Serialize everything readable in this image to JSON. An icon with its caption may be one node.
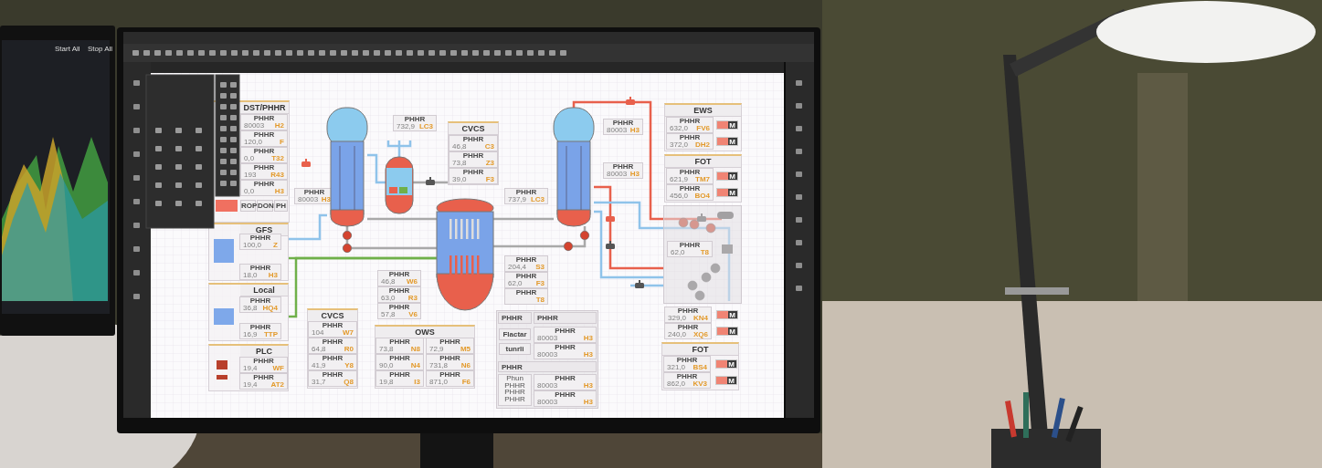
{
  "diagram": {
    "nodes": [
      {
        "text": [
          "DST/PHHR"
        ]
      },
      {
        "text": [
          "PHHR",
          "80003",
          "H2"
        ],
        "in": 0
      },
      {
        "text": [
          "PHHR",
          "120,0",
          "F"
        ],
        "in": 0
      },
      {
        "text": [
          "PHHR",
          "0,0",
          "T32"
        ],
        "in": 0
      },
      {
        "text": [
          "PHHR",
          "193",
          "R43"
        ],
        "in": 0
      },
      {
        "text": [
          "PHHR",
          "0,0",
          "H3"
        ],
        "in": 0
      },
      {
        "text": [],
        "shape": "box",
        "in": 0
      },
      {
        "text": [
          "ROP"
        ],
        "in": 0
      },
      {
        "text": [
          "DON"
        ],
        "in": 0
      },
      {
        "text": [
          "PH"
        ],
        "in": 0
      },
      {
        "text": [
          "PHHR",
          "80003",
          "H3"
        ]
      },
      {
        "text": [
          "PHHR",
          "732,9",
          "LC3"
        ]
      },
      {
        "text": [
          "CVCS"
        ]
      },
      {
        "text": [
          "PHHR",
          "46,8",
          "C3"
        ],
        "in": 12
      },
      {
        "text": [
          "PHHR",
          "73,8",
          "Z3"
        ],
        "in": 12
      },
      {
        "text": [
          "PHHR",
          "39,0",
          "F3"
        ],
        "in": 12
      },
      {
        "text": [
          "PHHR",
          "46,8",
          "W6"
        ]
      },
      {
        "text": [
          "PHHR",
          "737,9",
          "LC3"
        ]
      },
      {
        "text": [
          "PHHR",
          "204,4",
          "S3"
        ]
      },
      {
        "text": [
          "PHHR",
          "63,0",
          "R3"
        ]
      },
      {
        "text": [
          "PHHR",
          "57,8",
          "V6"
        ]
      },
      {
        "text": [
          "PHHR",
          "62,0",
          "F3"
        ]
      },
      {
        "text": [
          "PHHR",
          "T8"
        ]
      },
      {
        "text": [
          "PHHR",
          "80003",
          "H3"
        ]
      },
      {
        "text": [
          "PHHR",
          "80003",
          "H3"
        ]
      },
      {
        "text": [
          "EWS"
        ]
      },
      {
        "text": [
          "PHHR",
          "632,0",
          "FV6"
        ],
        "in": 25
      },
      {
        "text": [
          "PHHR",
          "372,0",
          "DH2"
        ],
        "in": 25
      },
      {
        "text": [
          "M"
        ],
        "in": 25
      },
      {
        "text": [
          "M"
        ],
        "in": 25
      },
      {
        "text": [
          "FOT"
        ]
      },
      {
        "text": [
          "PHHR",
          "621,9",
          "TM7"
        ],
        "in": 30
      },
      {
        "text": [
          "PHHR",
          "456,0",
          "BO4"
        ],
        "in": 30
      },
      {
        "text": [
          "M"
        ],
        "in": 30
      },
      {
        "text": [
          "M"
        ],
        "in": 30
      },
      {
        "text": [],
        "shape": "box"
      },
      {
        "text": [
          "PHHR",
          "62,0",
          "T8"
        ],
        "in": 35
      },
      {
        "text": [
          "PHHR",
          "329,0",
          "KN4"
        ]
      },
      {
        "text": [
          "PHHR",
          "240,0",
          "XQ6"
        ]
      },
      {
        "text": [
          "M"
        ]
      },
      {
        "text": [
          "M"
        ]
      },
      {
        "text": [
          "FOT"
        ]
      },
      {
        "text": [
          "PHHR",
          "321,0",
          "BS4"
        ],
        "in": 41
      },
      {
        "text": [
          "PHHR",
          "862,0",
          "KV3"
        ],
        "in": 41
      },
      {
        "text": [
          "M"
        ],
        "in": 41
      },
      {
        "text": [
          "M"
        ],
        "in": 41
      },
      {
        "text": [
          "GFS"
        ]
      },
      {
        "text": [
          "PHHR",
          "100,0",
          "Z"
        ],
        "in": 46
      },
      {
        "text": [
          "PHHR",
          "18,0",
          "H3"
        ],
        "in": 46
      },
      {
        "text": [
          "Local"
        ]
      },
      {
        "text": [
          "PHHR",
          "36,8",
          "HQ4"
        ],
        "in": 49
      },
      {
        "text": [
          "PHHR",
          "16,9",
          "TTP"
        ],
        "in": 49
      },
      {
        "text": [
          "PLC"
        ]
      },
      {
        "text": [
          "PHHR",
          "19,4",
          "WF"
        ],
        "in": 52
      },
      {
        "text": [
          "PHHR",
          "19,4",
          "AT2"
        ],
        "in": 52
      },
      {
        "text": [
          "CVCS"
        ]
      },
      {
        "text": [
          "PHHR",
          "104",
          "W7"
        ],
        "in": 55
      },
      {
        "text": [
          "PHHR",
          "64,8",
          "R0"
        ],
        "in": 55
      },
      {
        "text": [
          "PHHR",
          "41,9",
          "Y8"
        ],
        "in": 55
      },
      {
        "text": [
          "PHHR",
          "31,7",
          "Q8"
        ],
        "in": 55
      },
      {
        "text": [
          "OWS"
        ]
      },
      {
        "text": [
          "PHHR",
          "73,8",
          "N8"
        ],
        "in": 60
      },
      {
        "text": [
          "PHHR",
          "72,9",
          "M5"
        ],
        "in": 60
      },
      {
        "text": [
          "PHHR",
          "90,0",
          "N4"
        ],
        "in": 60
      },
      {
        "text": [
          "PHHR",
          "731,8",
          "N6"
        ],
        "in": 60
      },
      {
        "text": [
          "PHHR",
          "19,8",
          "I3"
        ],
        "in": 60
      },
      {
        "text": [
          "PHHR",
          "871,0",
          "F6"
        ],
        "in": 60
      },
      {
        "text": [],
        "shape": "box"
      },
      {
        "text": [
          "PHHR"
        ],
        "in": 67
      },
      {
        "text": [
          "PHHR"
        ],
        "in": 67
      },
      {
        "text": [
          "Flactar"
        ],
        "in": 67
      },
      {
        "text": [
          "tunrli"
        ],
        "in": 67
      },
      {
        "text": [
          "PHHR",
          "80003",
          "H3"
        ],
        "in": 67
      },
      {
        "text": [
          "PHHR",
          "80003",
          "H3"
        ],
        "in": 67
      },
      {
        "text": [
          "PHHR"
        ],
        "in": 67
      },
      {
        "text": [
          "Phun PHHR PHHR PHHR"
        ],
        "in": 67
      },
      {
        "text": [
          "PHHR",
          "80003",
          "H3"
        ],
        "in": 67
      },
      {
        "text": [
          "PHHR",
          "80003",
          "H3"
        ],
        "in": 67
      },
      {
        "text": [],
        "shape": "cylinder"
      },
      {
        "text": [],
        "shape": "cylinder"
      },
      {
        "text": [],
        "shape": "cylinder"
      },
      {
        "text": [],
        "shape": "cylinder"
      },
      {
        "text": [],
        "shape": "circle"
      },
      {
        "text": [],
        "shape": "circle"
      },
      {
        "text": [],
        "shape": "circle"
      },
      {
        "text": [],
        "shape": "circle"
      }
    ],
    "edges": [
      {
        "from": 80,
        "to": 78,
        "arrow": "none"
      },
      {
        "from": 78,
        "to": 82,
        "arrow": "none"
      },
      {
        "from": 82,
        "to": 83,
        "arrow": "none"
      },
      {
        "from": 83,
        "to": 80,
        "arrow": "none"
      },
      {
        "from": 80,
        "to": 81,
        "arrow": "none"
      },
      {
        "from": 81,
        "to": 84,
        "arrow": "none"
      },
      {
        "from": 84,
        "to": 85,
        "arrow": "none"
      },
      {
        "from": 85,
        "to": 80,
        "arrow": "none"
      },
      {
        "from": 79,
        "to": 15,
        "arrow": "none"
      },
      {
        "from": 46,
        "to": 80,
        "arrow": "none",
        "color": "#6fb04a"
      },
      {
        "from": 49,
        "to": 80,
        "arrow": "none",
        "color": "#6fb04a"
      },
      {
        "from": 46,
        "to": 78,
        "arrow": "none",
        "color": "#8fc3ea"
      },
      {
        "from": 78,
        "to": 79,
        "arrow": "none",
        "color": "#8fc3ea"
      },
      {
        "from": 81,
        "to": 35,
        "arrow": "none",
        "color": "#e8604c"
      },
      {
        "from": 81,
        "to": 35,
        "arrow": "none",
        "color": "#e8604c"
      },
      {
        "from": 81,
        "to": 35,
        "arrow": "none",
        "color": "#8fc3ea"
      },
      {
        "from": 81,
        "to": 35,
        "arrow": "none",
        "color": "#8fc3ea"
      },
      {
        "from": null,
        "to": 35,
        "arrow": "none",
        "color": "#8fc3ea"
      }
    ],
    "labels": [
      "Start All",
      "Stop All"
    ]
  }
}
